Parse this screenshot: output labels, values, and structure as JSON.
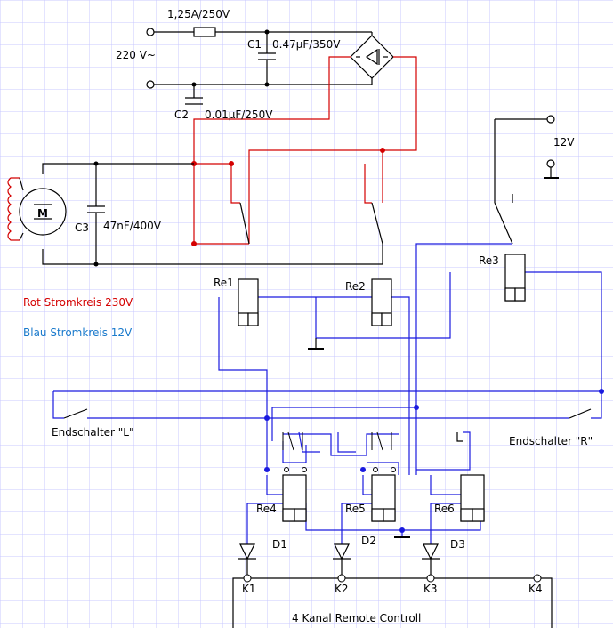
{
  "colors": {
    "grid": "#c9c9ff",
    "power": "#d40000",
    "control": "#1a1adf",
    "black": "#000000"
  },
  "labels": {
    "fuse": "1,25A/250V",
    "mains": "220 V~",
    "c1": "C1",
    "c1_value": "0.47µF/350V",
    "c2": "C2",
    "c2_value": "0.01µF/250V",
    "c3": "C3",
    "c3_value": "47nF/400V",
    "motor": "M",
    "supply12": "12V",
    "re1": "Re1",
    "re2": "Re2",
    "re3": "Re3",
    "re4": "Re4",
    "re5": "Re5",
    "re6": "Re6",
    "d1": "D1",
    "d2": "D2",
    "d3": "D3",
    "k1": "K1",
    "k2": "K2",
    "k3": "K3",
    "k4": "K4",
    "legend_red": "Rot Stromkreis 230V",
    "legend_blue": "Blau Stromkreis 12V",
    "limit_left": "Endschalter \"L\"",
    "limit_right": "Endschalter \"R\"",
    "remote": "4 Kanal Remote Controll"
  }
}
